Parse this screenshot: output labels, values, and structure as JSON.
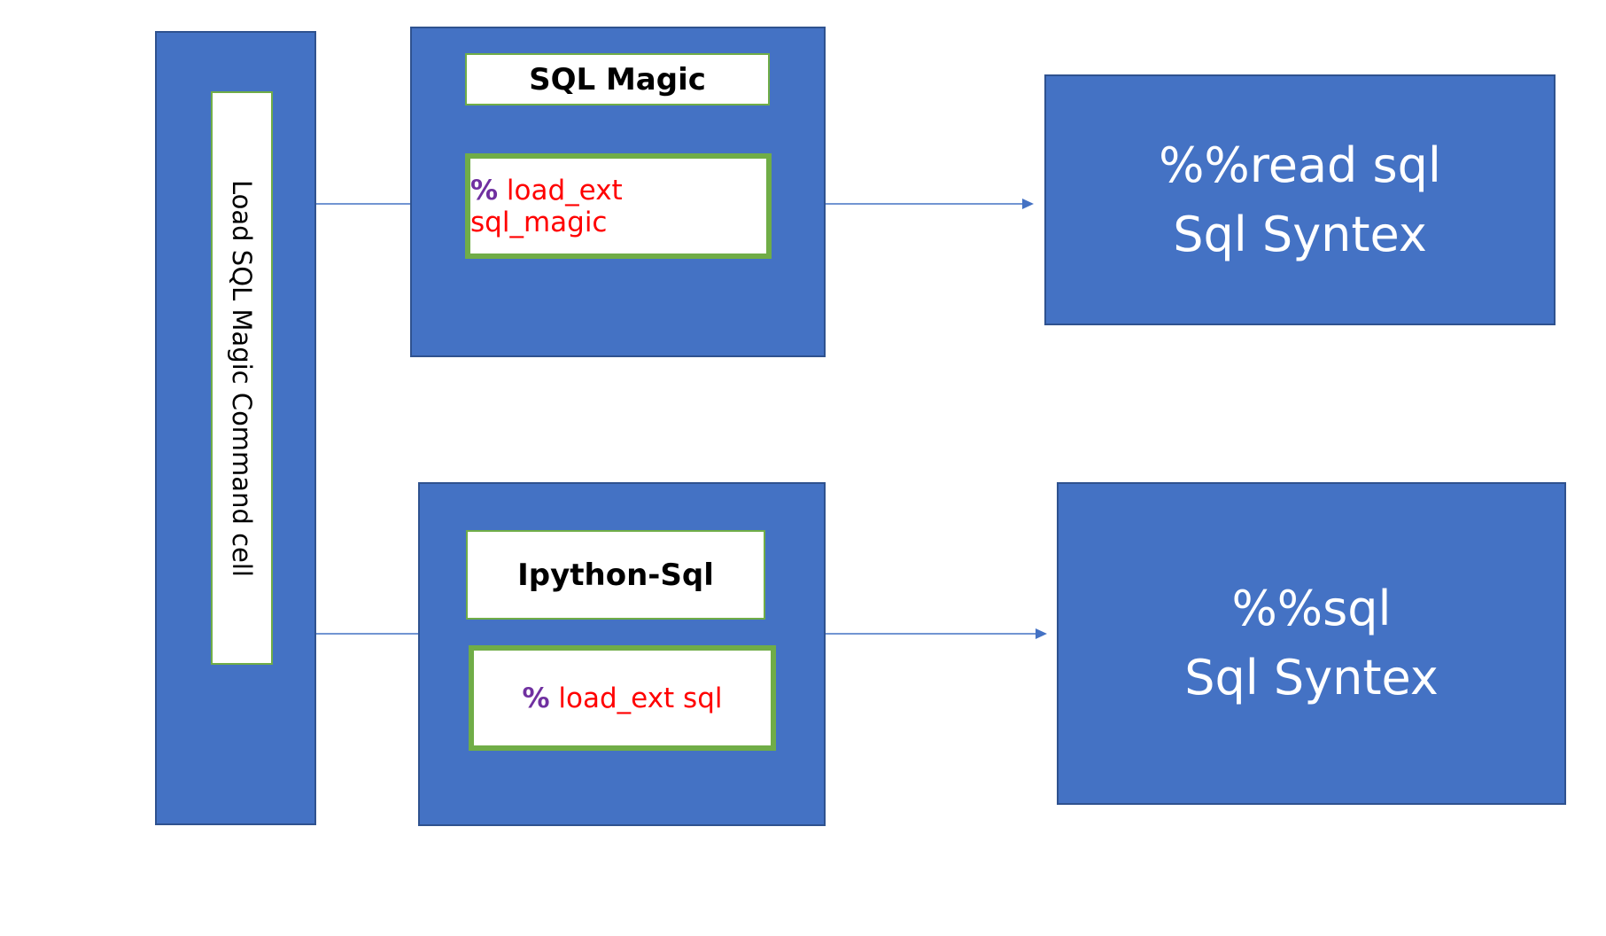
{
  "left_panel": {
    "label": "Load SQL Magic Command cell"
  },
  "top_group": {
    "title": "SQL Magic",
    "command_percent": "%",
    "command_text": "load_ext sql_magic",
    "result_line1": "%%read sql",
    "result_line2": "Sql Syntex"
  },
  "bottom_group": {
    "title": "Ipython-Sql",
    "command_percent": "%",
    "command_text": "load_ext sql",
    "result_line1": "%%sql",
    "result_line2": "Sql Syntex"
  },
  "colors": {
    "box_fill": "#4472c4",
    "box_border": "#2f528f",
    "inner_border": "#70ad47",
    "percent_color": "#7030a0",
    "command_color": "#ff0000",
    "connector": "#4472c4"
  }
}
